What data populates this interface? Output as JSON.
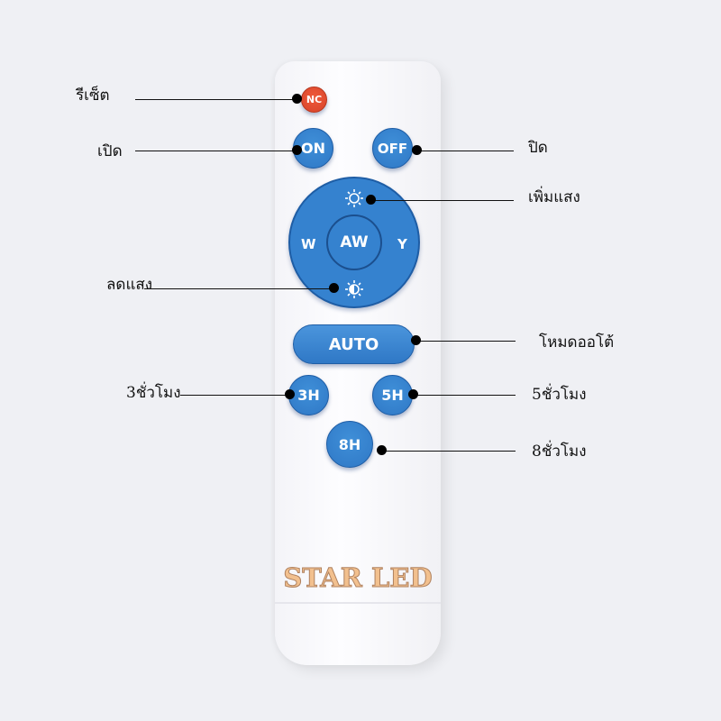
{
  "remote": {
    "buttons": {
      "nc": "NC",
      "on": "ON",
      "off": "OFF",
      "w": "W",
      "aw": "AW",
      "y": "Y",
      "auto": "AUTO",
      "h3": "3H",
      "h5": "5H",
      "h8": "8H"
    },
    "brand": "STAR LED"
  },
  "labels": {
    "reset": "รีเซ็ต",
    "on": "เปิด",
    "off": "ปิด",
    "brighter": "เพิ่มแสง",
    "dimmer": "ลดแสง",
    "auto": "โหมดออโต้",
    "h3": "3ชั่วโมง",
    "h5": "5ชั่วโมง",
    "h8": "8ชั่วโมง"
  },
  "colors": {
    "button_blue": "#3582cf",
    "reset_red": "#d8432a",
    "brand": "#f2c08e"
  }
}
